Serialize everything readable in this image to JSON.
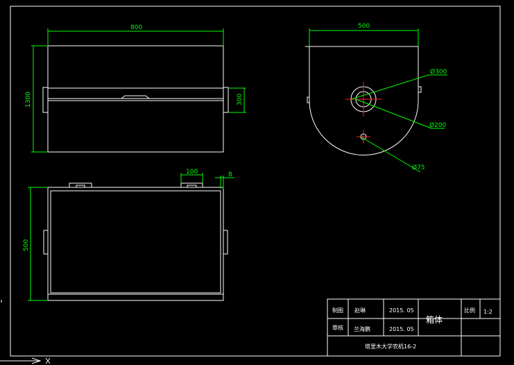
{
  "dimensions": {
    "front_width": "800",
    "front_height": "1300",
    "front_mid": "300",
    "side_width": "500",
    "dia_300": "Ø300",
    "dia_200": "Ø200",
    "dia_75": "Ø75",
    "top_tab": "100",
    "top_thick": "8",
    "top_height": "500"
  },
  "title_block": {
    "drawn_label": "制图",
    "drawn_name": "赵琳",
    "drawn_date": "2015. 05",
    "checked_label": "审核",
    "checked_name": "兰海鹏",
    "checked_date": "2015. 05",
    "part_name": "箱体",
    "scale_label": "比例",
    "scale_value": "1:2",
    "org": "塔里木大学农机16-2"
  },
  "colors": {
    "background": "#000000",
    "geometry": "#ffffff",
    "dimension": "#00ff00",
    "centerline": "#ff2020"
  }
}
